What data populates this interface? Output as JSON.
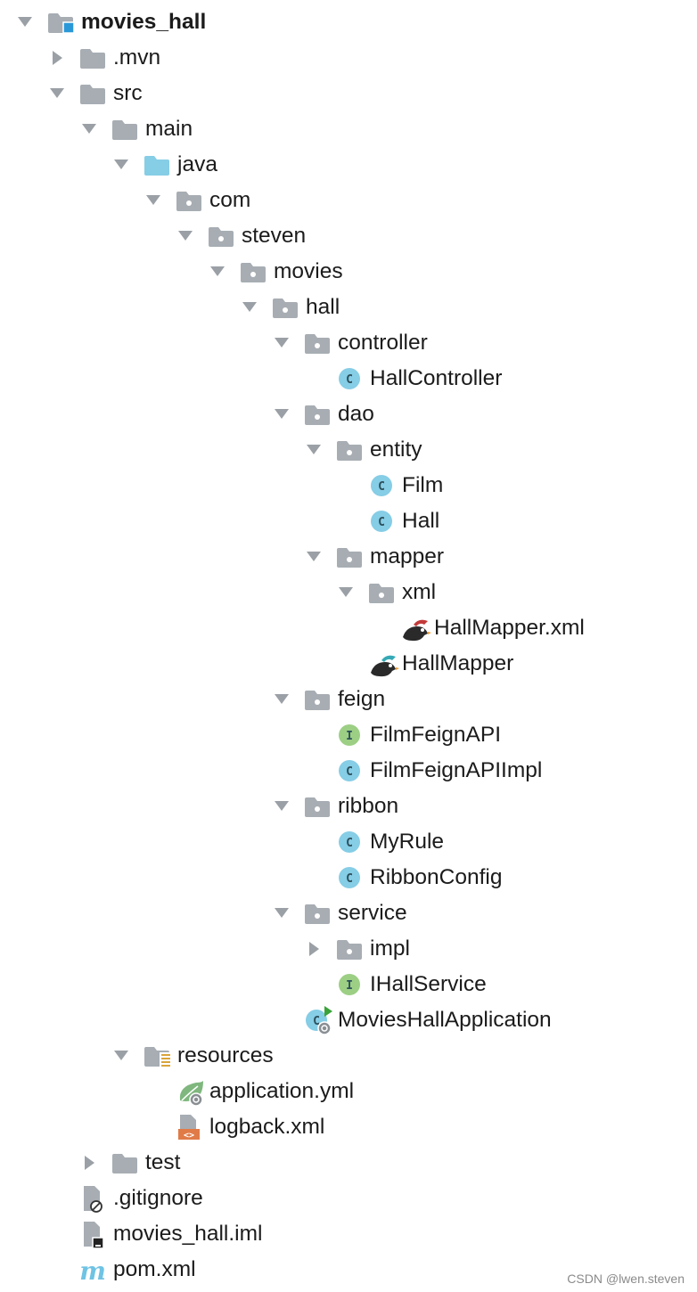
{
  "colors": {
    "folder": "#a7adb3",
    "source_root": "#86cde6",
    "class_badge": "#86cde6",
    "interface_badge": "#9ccf84",
    "arrow": "#9aa0a6"
  },
  "tree": [
    {
      "label": "movies_hall",
      "depth": 0,
      "state": "expanded",
      "icon": "module-folder-icon",
      "bold": true
    },
    {
      "label": ".mvn",
      "depth": 1,
      "state": "collapsed",
      "icon": "folder-icon"
    },
    {
      "label": "src",
      "depth": 1,
      "state": "expanded",
      "icon": "folder-icon"
    },
    {
      "label": "main",
      "depth": 2,
      "state": "expanded",
      "icon": "folder-icon"
    },
    {
      "label": "java",
      "depth": 3,
      "state": "expanded",
      "icon": "source-root-folder-icon"
    },
    {
      "label": "com",
      "depth": 4,
      "state": "expanded",
      "icon": "package-icon"
    },
    {
      "label": "steven",
      "depth": 5,
      "state": "expanded",
      "icon": "package-icon"
    },
    {
      "label": "movies",
      "depth": 6,
      "state": "expanded",
      "icon": "package-icon"
    },
    {
      "label": "hall",
      "depth": 7,
      "state": "expanded",
      "icon": "package-icon"
    },
    {
      "label": "controller",
      "depth": 8,
      "state": "expanded",
      "icon": "package-icon"
    },
    {
      "label": "HallController",
      "depth": 9,
      "state": "leaf",
      "icon": "class-icon"
    },
    {
      "label": "dao",
      "depth": 8,
      "state": "expanded",
      "icon": "package-icon"
    },
    {
      "label": "entity",
      "depth": 9,
      "state": "expanded",
      "icon": "package-icon"
    },
    {
      "label": "Film",
      "depth": 10,
      "state": "leaf",
      "icon": "class-icon"
    },
    {
      "label": "Hall",
      "depth": 10,
      "state": "leaf",
      "icon": "class-icon"
    },
    {
      "label": "mapper",
      "depth": 9,
      "state": "expanded",
      "icon": "package-icon"
    },
    {
      "label": "xml",
      "depth": 10,
      "state": "expanded",
      "icon": "package-icon"
    },
    {
      "label": "HallMapper.xml",
      "depth": 11,
      "state": "leaf",
      "icon": "mybatis-xml-icon"
    },
    {
      "label": "HallMapper",
      "depth": 10,
      "state": "leaf",
      "icon": "mybatis-mapper-icon"
    },
    {
      "label": "feign",
      "depth": 8,
      "state": "expanded",
      "icon": "package-icon"
    },
    {
      "label": "FilmFeignAPI",
      "depth": 9,
      "state": "leaf",
      "icon": "interface-icon"
    },
    {
      "label": "FilmFeignAPIImpl",
      "depth": 9,
      "state": "leaf",
      "icon": "class-icon"
    },
    {
      "label": "ribbon",
      "depth": 8,
      "state": "expanded",
      "icon": "package-icon"
    },
    {
      "label": "MyRule",
      "depth": 9,
      "state": "leaf",
      "icon": "class-icon"
    },
    {
      "label": "RibbonConfig",
      "depth": 9,
      "state": "leaf",
      "icon": "class-icon"
    },
    {
      "label": "service",
      "depth": 8,
      "state": "expanded",
      "icon": "package-icon"
    },
    {
      "label": "impl",
      "depth": 9,
      "state": "collapsed",
      "icon": "package-icon"
    },
    {
      "label": "IHallService",
      "depth": 9,
      "state": "leaf",
      "icon": "interface-icon"
    },
    {
      "label": "MoviesHallApplication",
      "depth": 8,
      "state": "leaf",
      "icon": "spring-boot-class-icon"
    },
    {
      "label": "resources",
      "depth": 3,
      "state": "expanded",
      "icon": "resources-folder-icon"
    },
    {
      "label": "application.yml",
      "depth": 4,
      "state": "leaf",
      "icon": "spring-yml-icon"
    },
    {
      "label": "logback.xml",
      "depth": 4,
      "state": "leaf",
      "icon": "xml-file-icon"
    },
    {
      "label": "test",
      "depth": 2,
      "state": "collapsed",
      "icon": "folder-icon"
    },
    {
      "label": ".gitignore",
      "depth": 1,
      "state": "leaf",
      "icon": "gitignore-file-icon"
    },
    {
      "label": "movies_hall.iml",
      "depth": 1,
      "state": "leaf",
      "icon": "iml-file-icon"
    },
    {
      "label": "pom.xml",
      "depth": 1,
      "state": "leaf",
      "icon": "maven-pom-icon"
    }
  ],
  "watermark": "CSDN @lwen.steven"
}
